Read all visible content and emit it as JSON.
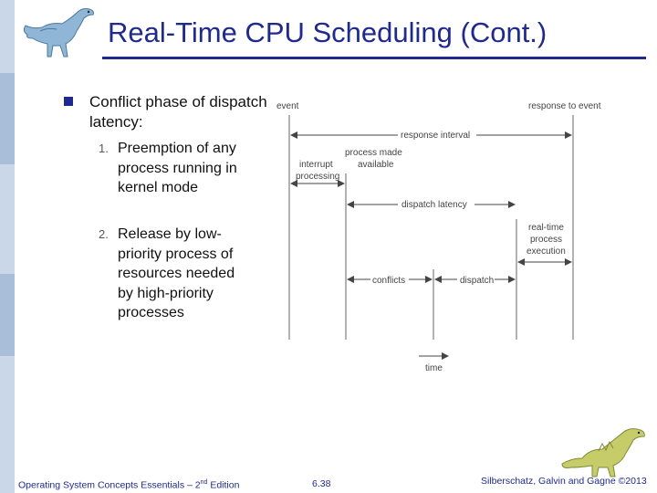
{
  "slide": {
    "title": "Real-Time CPU Scheduling (Cont.)",
    "bullet": "Conflict phase of dispatch latency:",
    "items": [
      {
        "num": "1.",
        "text": "Preemption of any process running in kernel mode"
      },
      {
        "num": "2.",
        "text": "Release by low-priority process of resources needed by high-priority processes"
      }
    ]
  },
  "diagram": {
    "event": "event",
    "response_to_event": "response to event",
    "response_interval": "response interval",
    "interrupt_processing_1": "interrupt",
    "interrupt_processing_2": "processing",
    "process_made_available_1": "process made",
    "process_made_available_2": "available",
    "dispatch_latency": "dispatch latency",
    "rt_execution_1": "real-time",
    "rt_execution_2": "process",
    "rt_execution_3": "execution",
    "conflicts": "conflicts",
    "dispatch": "dispatch",
    "time": "time"
  },
  "footer": {
    "left_main": "Operating System Concepts Essentials – 2",
    "left_sup": "nd",
    "left_tail": " Edition",
    "page": "6.38",
    "right": "Silberschatz, Galvin and Gagne ©2013"
  },
  "colors": {
    "title": "#1f2a8c",
    "accent_bar": "#c9d7e8"
  },
  "icons": [
    "dinosaur-logo-top",
    "dinosaur-logo-bottom"
  ]
}
